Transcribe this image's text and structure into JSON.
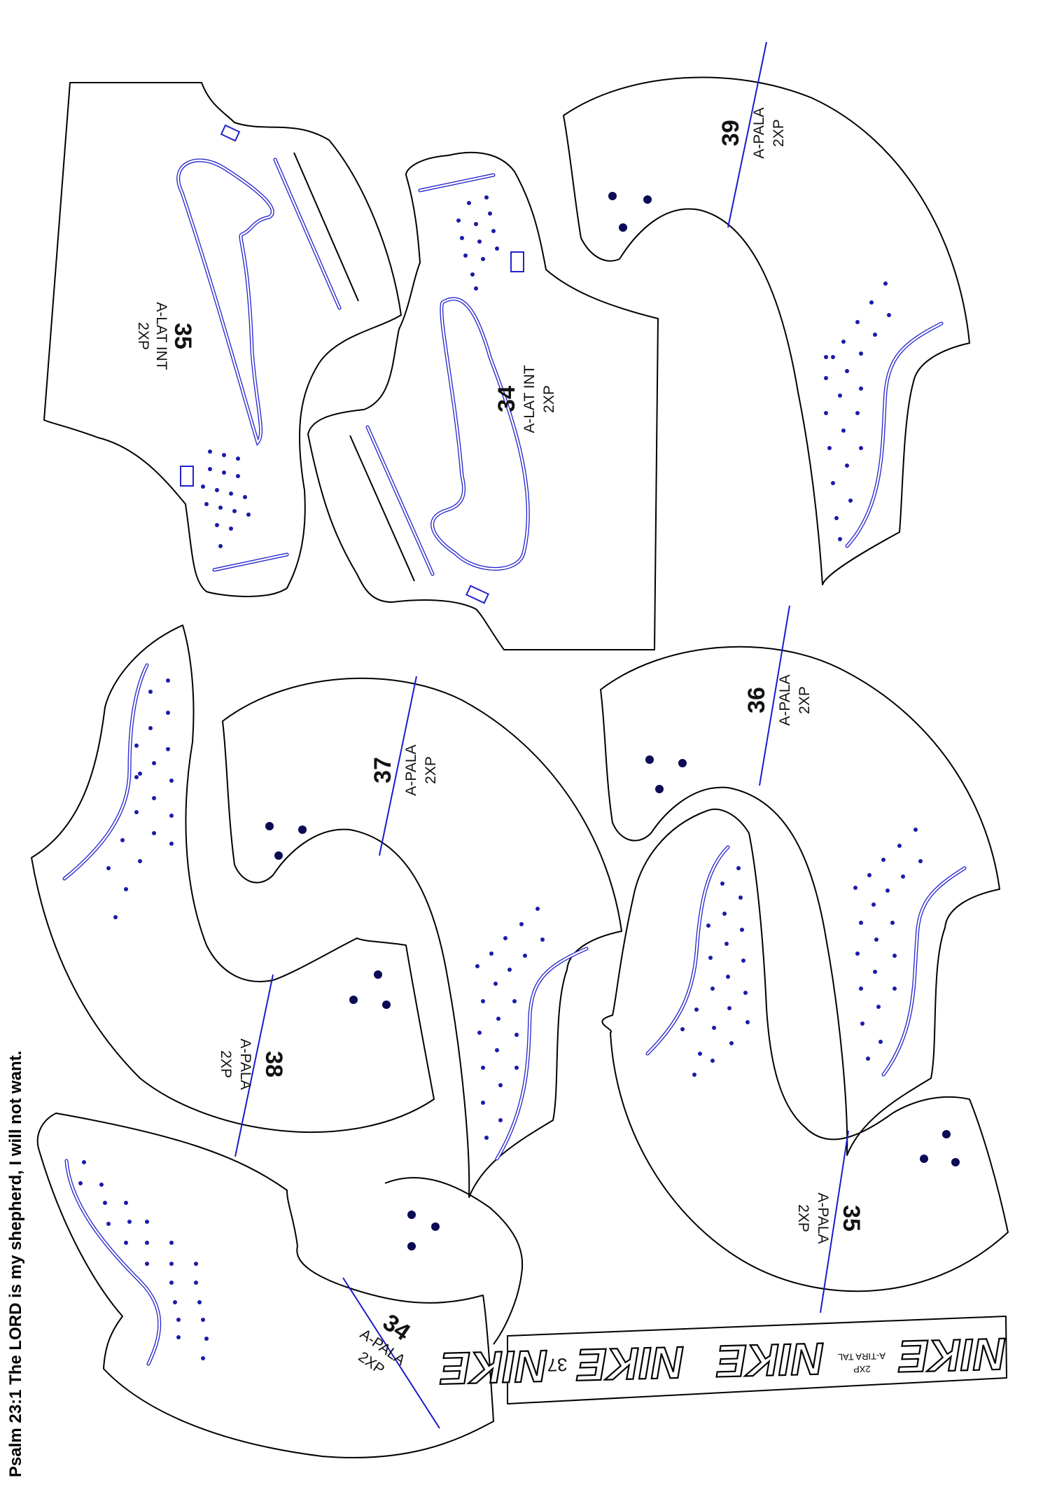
{
  "verse": "Psalm 23:1 The LORD is my shepherd, I will not want.",
  "colors": {
    "guide": "#2222cc",
    "dot": "#1a1aaa",
    "dot_large": "#0a0a55",
    "outline": "#000000"
  },
  "pieces": [
    {
      "id": "lat35",
      "number": "35",
      "name": "A-LAT INT",
      "qty": "2XP"
    },
    {
      "id": "lat34",
      "number": "34",
      "name": "A-LAT INT",
      "qty": "2XP"
    },
    {
      "id": "pala39",
      "number": "39",
      "name": "A-PALA",
      "qty": "2XP"
    },
    {
      "id": "pala37",
      "number": "37",
      "name": "A-PALA",
      "qty": "2XP"
    },
    {
      "id": "pala38",
      "number": "38",
      "name": "A-PALA",
      "qty": "2XP"
    },
    {
      "id": "pala36",
      "number": "36",
      "name": "A-PALA",
      "qty": "2XP"
    },
    {
      "id": "pala35",
      "number": "35",
      "name": "A-PALA",
      "qty": "2XP"
    },
    {
      "id": "pala34",
      "number": "34",
      "name": "A-PALA",
      "qty": "2XP"
    }
  ],
  "strip": {
    "brand": "NIKE",
    "name": "A-TIRA TAL",
    "qty": "2XP",
    "number": "37"
  }
}
